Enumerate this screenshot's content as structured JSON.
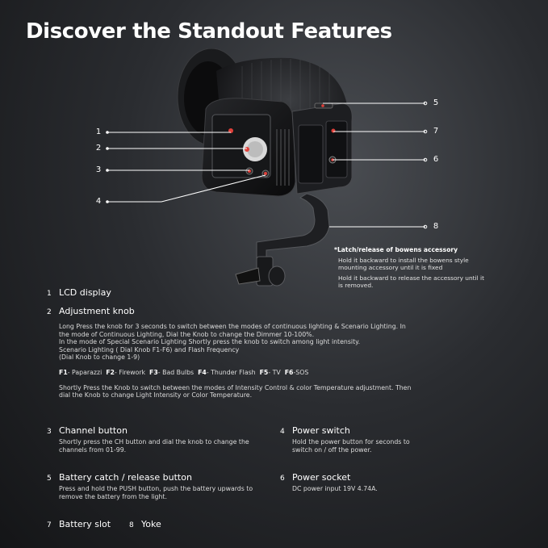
{
  "title": "Discover the Standout Features",
  "callouts": [
    "1",
    "2",
    "3",
    "4",
    "5",
    "6",
    "7",
    "8"
  ],
  "note": {
    "heading": "*Latch/release of bowens accessory",
    "lines": [
      "Hold it backward to install the bowens style mounting accessory until it is fixed",
      "Hold it backward to release the accessory until it is removed."
    ]
  },
  "features": {
    "f1": {
      "num": "1",
      "name": "LCD display"
    },
    "f2": {
      "num": "2",
      "name": "Adjustment knob"
    },
    "f3": {
      "num": "3",
      "name": "Channel button",
      "desc": "Shortly press the CH button and dial the knob to change the channels from 01-99."
    },
    "f4": {
      "num": "4",
      "name": "Power switch",
      "desc": "Hold the power button for seconds to switch on / off the power."
    },
    "f5": {
      "num": "5",
      "name": "Battery catch / release button",
      "desc": "Press and hold the PUSH button, push the battery upwards to remove the battery from the light."
    },
    "f6": {
      "num": "6",
      "name": "Power socket",
      "desc": "DC power input 19V 4.74A."
    },
    "f7": {
      "num": "7",
      "name": "Battery slot"
    },
    "f8": {
      "num": "8",
      "name": "Yoke"
    }
  },
  "knob": {
    "p1": "Long Press the knob for 3 seconds to switch between the modes of continuous lighting & Scenario Lighting. In the mode of Continuous Lighting, Dial the Knob to change the Dimmer 10-100%.",
    "p2": "In the mode of Special Scenario Lighting Shortly press the knob to switch among light intensity.",
    "p3": "Scenario Lighting ( Dial Knob F1-F6) and Flash Frequency",
    "p4": "(Dial Knob to change 1-9)",
    "fkeys": [
      {
        "key": "F1",
        "label": "- Paparazzi"
      },
      {
        "key": "F2",
        "label": "- Firework"
      },
      {
        "key": "F3",
        "label": "- Bad Bulbs"
      },
      {
        "key": "F4",
        "label": "- Thunder Flash"
      },
      {
        "key": "F5",
        "label": "- TV"
      },
      {
        "key": "F6",
        "label": "-SOS"
      }
    ],
    "p5": "Shortly Press the Knob to switch between the modes of Intensity Control & color Temperature adjustment. Then dial the Knob to change Light Intensity or Color Temperature."
  },
  "colors": {
    "accent": "#e0403a",
    "background": "#2a2c30",
    "line": "#ffffff"
  }
}
